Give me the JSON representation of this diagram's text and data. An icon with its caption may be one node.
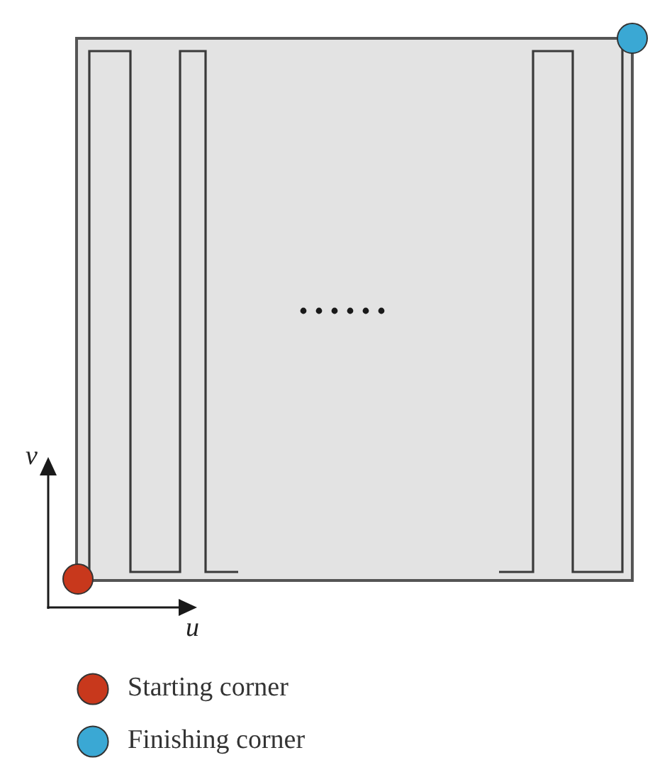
{
  "diagram": {
    "labels": [
      "v",
      "u"
    ],
    "legend": [
      {
        "text": "Starting corner",
        "color": "#c8381c"
      },
      {
        "text": "Finishing corner",
        "color": "#3aa8d4"
      }
    ]
  }
}
